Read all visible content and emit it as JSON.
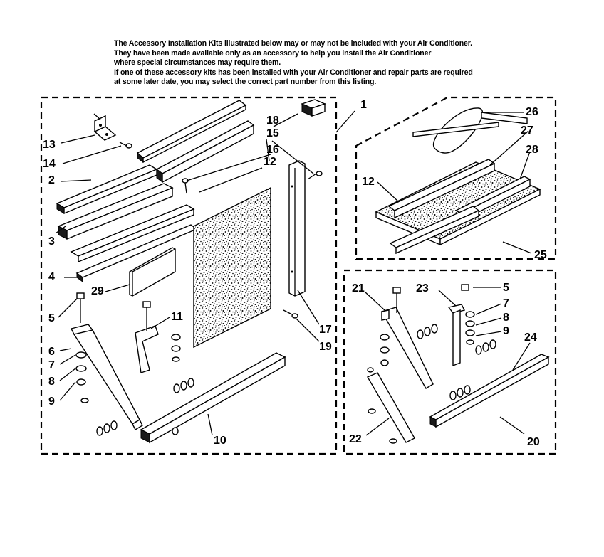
{
  "intro": {
    "lines": [
      "The Accessory Installation Kits illustrated below may or may not be included with your Air Conditioner.",
      "They have been made available only as an accessory to help you install the Air Conditioner",
      "where special circumstances may require them.",
      "If one of these accessory kits has been installed with your Air Conditioner and repair parts are required",
      "at some later date, you may select the correct part number from this listing."
    ]
  },
  "callouts": {
    "c1": "1",
    "c2": "2",
    "c3": "3",
    "c4": "4",
    "c5a": "5",
    "c5b": "5",
    "c6": "6",
    "c7a": "7",
    "c7b": "7",
    "c8a": "8",
    "c8b": "8",
    "c9a": "9",
    "c9b": "9",
    "c10": "10",
    "c11": "11",
    "c12a": "12",
    "c12b": "12",
    "c13": "13",
    "c14": "14",
    "c15": "15",
    "c16": "16",
    "c17": "17",
    "c18": "18",
    "c19": "19",
    "c20": "20",
    "c21": "21",
    "c22": "22",
    "c23": "23",
    "c24": "24",
    "c25": "25",
    "c26": "26",
    "c27": "27",
    "c28": "28",
    "c29": "29"
  }
}
